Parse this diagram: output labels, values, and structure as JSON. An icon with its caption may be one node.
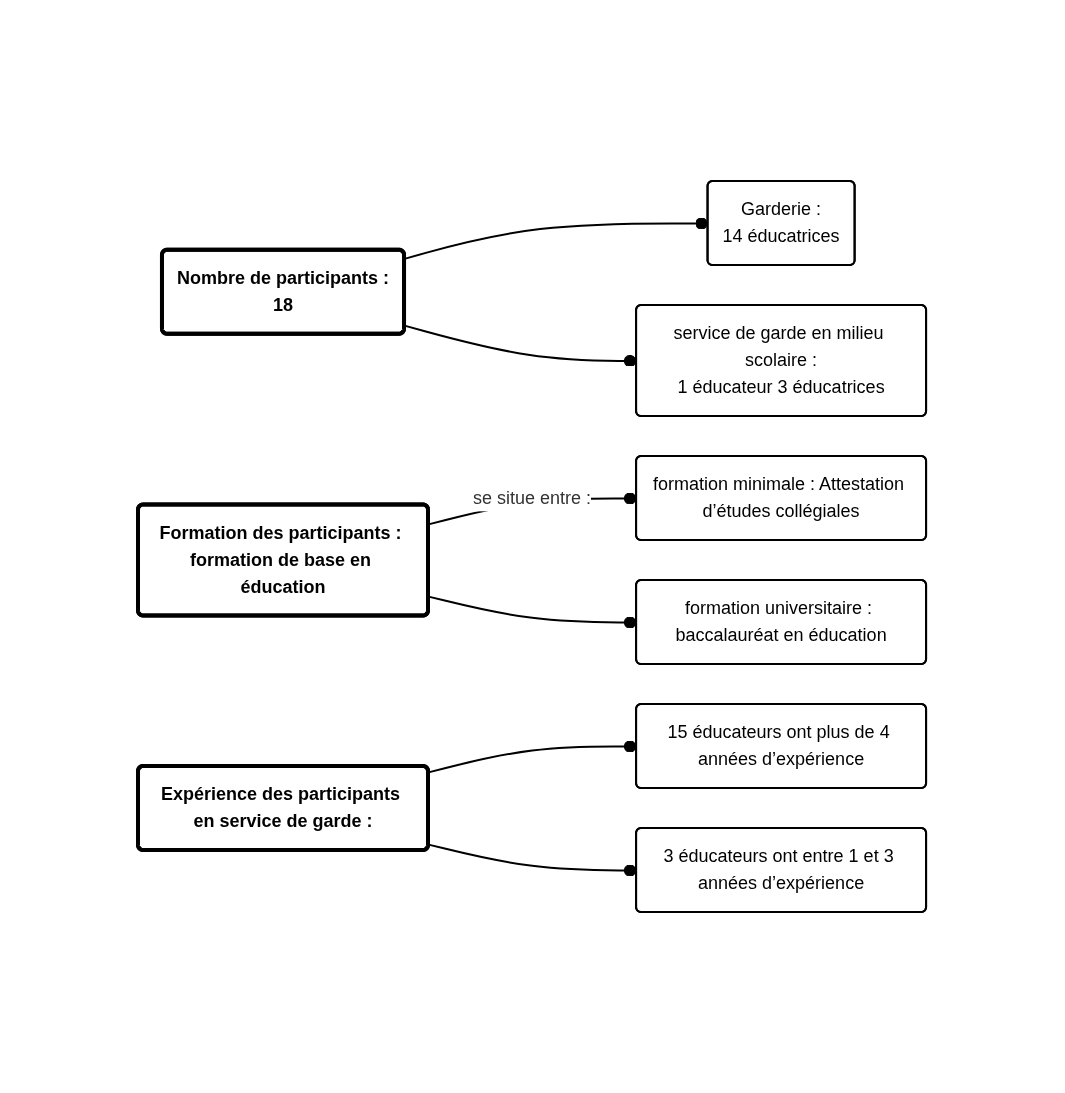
{
  "diagram": {
    "nodes": [
      {
        "text": [
          "Nombre de participants :",
          "18"
        ]
      },
      {
        "text": [
          "Garderie :",
          "14 éducatrices"
        ]
      },
      {
        "text": [
          "service de garde en milieu scolaire :",
          "1 éducateur 3 éducatrices"
        ]
      },
      {
        "text": [
          "Formation des participants : formation de base en éducation"
        ]
      },
      {
        "text": [
          "formation minimale : Attestation d’études collégiales"
        ]
      },
      {
        "text": [
          "formation universitaire : baccalauréat en éducation"
        ]
      },
      {
        "text": [
          "Expérience des participants en service de garde :"
        ]
      },
      {
        "text": [
          "15 éducateurs ont plus de 4 années d’expérience"
        ]
      },
      {
        "text": [
          "3 éducateurs ont entre 1 et 3 années d’expérience"
        ]
      }
    ],
    "edges": [
      {
        "from": 0,
        "to": 1,
        "arrow": "other"
      },
      {
        "from": 0,
        "to": 2,
        "arrow": "other"
      },
      {
        "from": 3,
        "to": 4,
        "arrow": "other",
        "label": "se situe entre :"
      },
      {
        "from": 3,
        "to": 5,
        "arrow": "other"
      },
      {
        "from": 6,
        "to": 7,
        "arrow": "other"
      },
      {
        "from": 6,
        "to": 8,
        "arrow": "other"
      }
    ]
  }
}
